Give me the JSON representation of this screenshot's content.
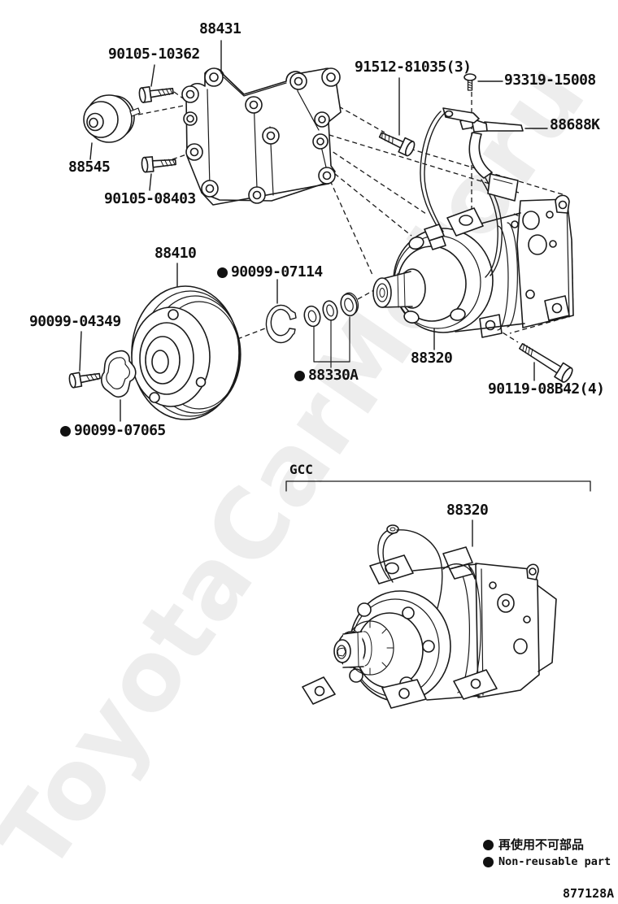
{
  "page": {
    "watermark": "ToyotaCarMotoru",
    "figure_code": "877128A"
  },
  "colors": {
    "line": "#1a1a1a",
    "watermark": "#ededed",
    "background": "#ffffff"
  },
  "group": {
    "label": "GCC"
  },
  "legend": {
    "non_reusable_jp": "再使用不可部品",
    "non_reusable_en": "Non-reusable part"
  },
  "labels": [
    {
      "text": "88431",
      "non_reusable": false
    },
    {
      "text": "90105-10362",
      "non_reusable": false
    },
    {
      "text": "91512-81035(3)",
      "non_reusable": false
    },
    {
      "text": "93319-15008",
      "non_reusable": false
    },
    {
      "text": "88688K",
      "non_reusable": false
    },
    {
      "text": "88545",
      "non_reusable": false
    },
    {
      "text": "90105-08403",
      "non_reusable": false
    },
    {
      "text": "88410",
      "non_reusable": false
    },
    {
      "text": "90099-07114",
      "non_reusable": true
    },
    {
      "text": "90099-04349",
      "non_reusable": false
    },
    {
      "text": "88320",
      "non_reusable": false
    },
    {
      "text": "88330A",
      "non_reusable": true
    },
    {
      "text": "90119-08B42(4)",
      "non_reusable": false
    },
    {
      "text": "90099-07065",
      "non_reusable": true
    },
    {
      "text": "88320",
      "non_reusable": false
    }
  ]
}
